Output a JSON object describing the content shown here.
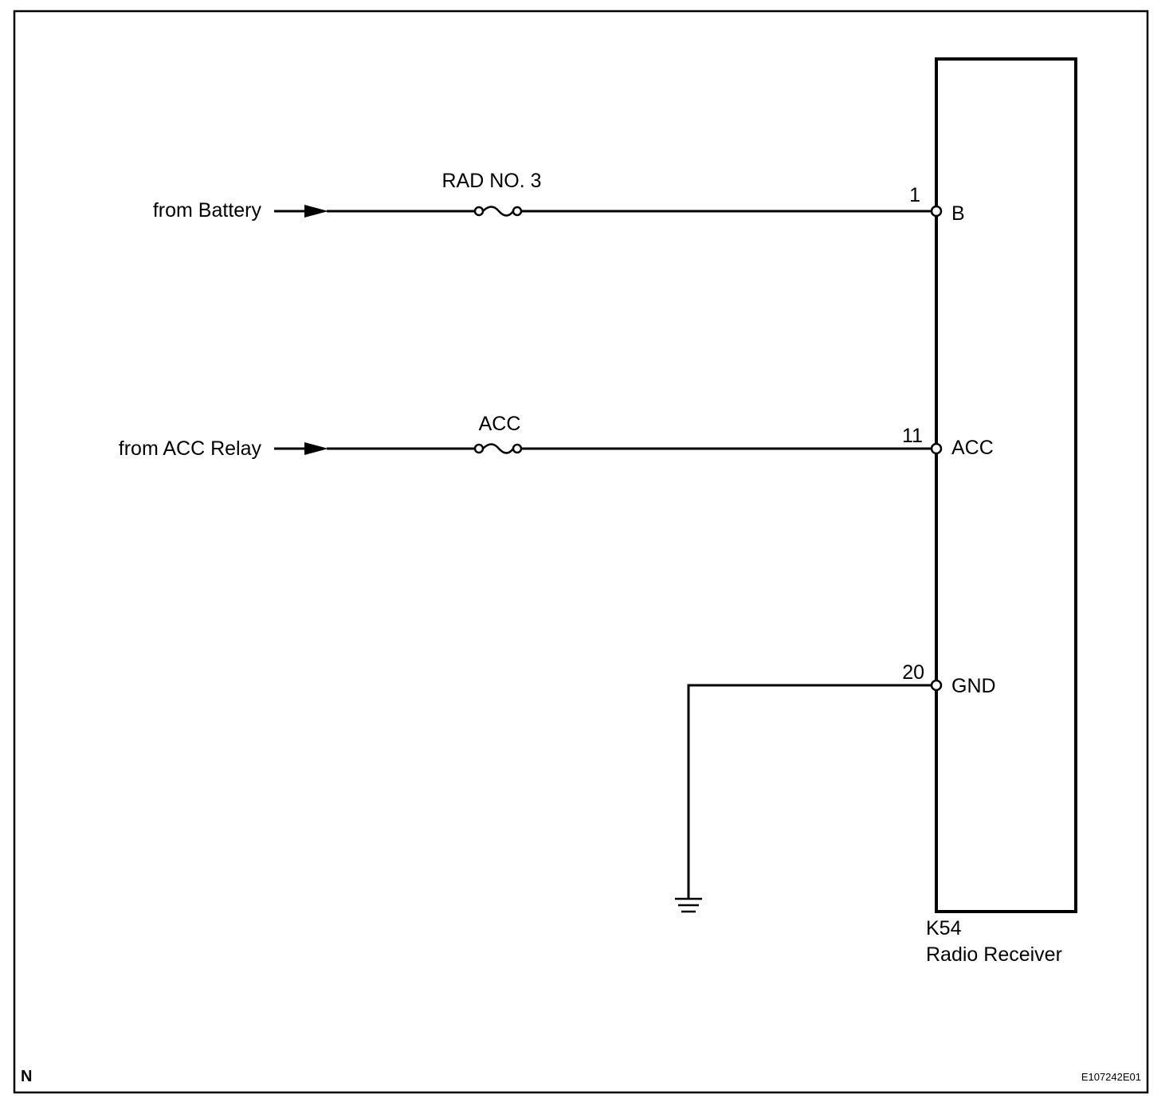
{
  "inputs": [
    {
      "source": "from Battery",
      "fuse": "RAD NO. 3",
      "pin": "1",
      "terminal": "B"
    },
    {
      "source": "from ACC Relay",
      "fuse": "ACC",
      "pin": "11",
      "terminal": "ACC"
    }
  ],
  "ground": {
    "pin": "20",
    "terminal": "GND"
  },
  "component": {
    "code": "K54",
    "name": "Radio Receiver"
  },
  "corner_mark": "N",
  "figure_code": "E107242E01"
}
